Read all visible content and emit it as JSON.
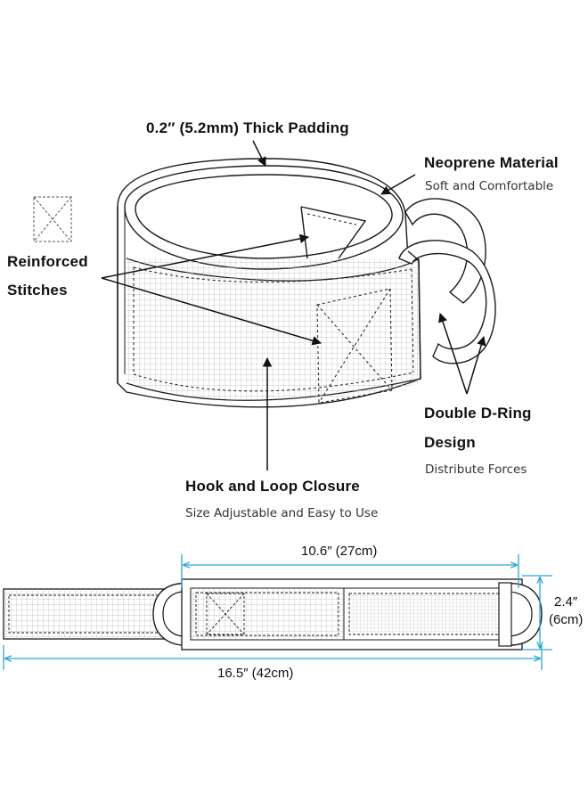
{
  "labels": {
    "padding": "0.2″ (5.2mm) Thick Padding",
    "neoprene_title": "Neoprene Material",
    "neoprene_sub": "Soft and Comfortable",
    "reinforced_line1": "Reinforced",
    "reinforced_line2": "Stitches",
    "dring_line1": "Double D-Ring",
    "dring_line2": "Design",
    "dring_sub": "Distribute Forces",
    "hook_title": "Hook and Loop Closure",
    "hook_sub": "Size Adjustable and Easy to Use"
  },
  "dimensions": {
    "velcro_length": "10.6″ (27cm)",
    "total_length": "16.5″ (42cm)",
    "width_in": "2.4″",
    "width_cm": "(6cm)"
  },
  "colors": {
    "line": "#1a1a1a",
    "grid": "#b8b8b8",
    "dimension": "#2aa6d6"
  }
}
